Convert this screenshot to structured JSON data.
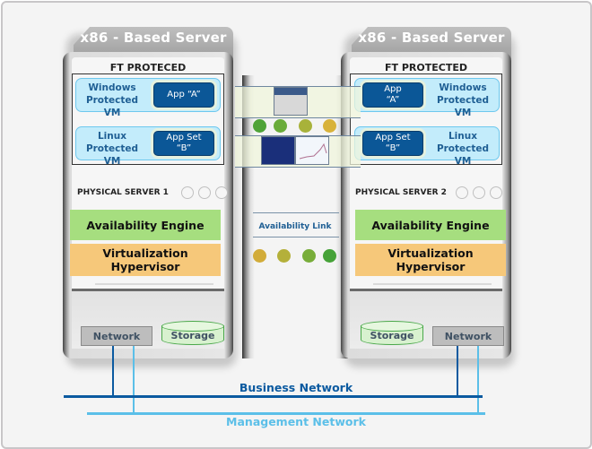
{
  "colors": {
    "business_network": "#0b5aa0",
    "management_network": "#5bbfe8",
    "availability_engine": "#a6de7f",
    "hypervisor": "#f6c87a",
    "vm_fill": "#c3ecfb",
    "app_fill": "#0b5797"
  },
  "servers": [
    {
      "title": "x86 - Based  Server",
      "ft_label": "FT PROTECED",
      "vms": [
        {
          "label_line1": "Windows",
          "label_line2": "Protected VM",
          "app_line1": "App “A”",
          "app_line2": ""
        },
        {
          "label_line1": "Linux",
          "label_line2": "Protected VM",
          "app_line1": "App Set",
          "app_line2": "“B”"
        }
      ],
      "physical_label": "PHYSICAL SERVER 1",
      "availability_engine": "Availability  Engine",
      "hypervisor_line1": "Virtualization",
      "hypervisor_line2": "Hypervisor",
      "network": "Network",
      "storage": "Storage"
    },
    {
      "title": "x86 - Based  Server",
      "ft_label": "FT PROTECTED",
      "vms": [
        {
          "label_line1": "Windows",
          "label_line2": "Protected VM",
          "app_line1": "App",
          "app_line2": "“A”"
        },
        {
          "label_line1": "Linux",
          "label_line2": "Protected VM",
          "app_line1": "App Set",
          "app_line2": "“B”"
        }
      ],
      "physical_label": "PHYSICAL SERVER 2",
      "availability_engine": "Availability  Engine",
      "hypervisor_line1": "Virtualization",
      "hypervisor_line2": "Hypervisor",
      "network": "Network",
      "storage": "Storage"
    }
  ],
  "link": {
    "label": "Availability Link",
    "top_dots": [
      "#4fa338",
      "#6aac3a",
      "#a8b23a",
      "#d8b23a"
    ],
    "bottom_dots": [
      "#d2ac3a",
      "#b4b03a",
      "#78ad3a",
      "#46a238"
    ]
  },
  "networks": {
    "business": "Business Network",
    "management": "Management Network"
  }
}
